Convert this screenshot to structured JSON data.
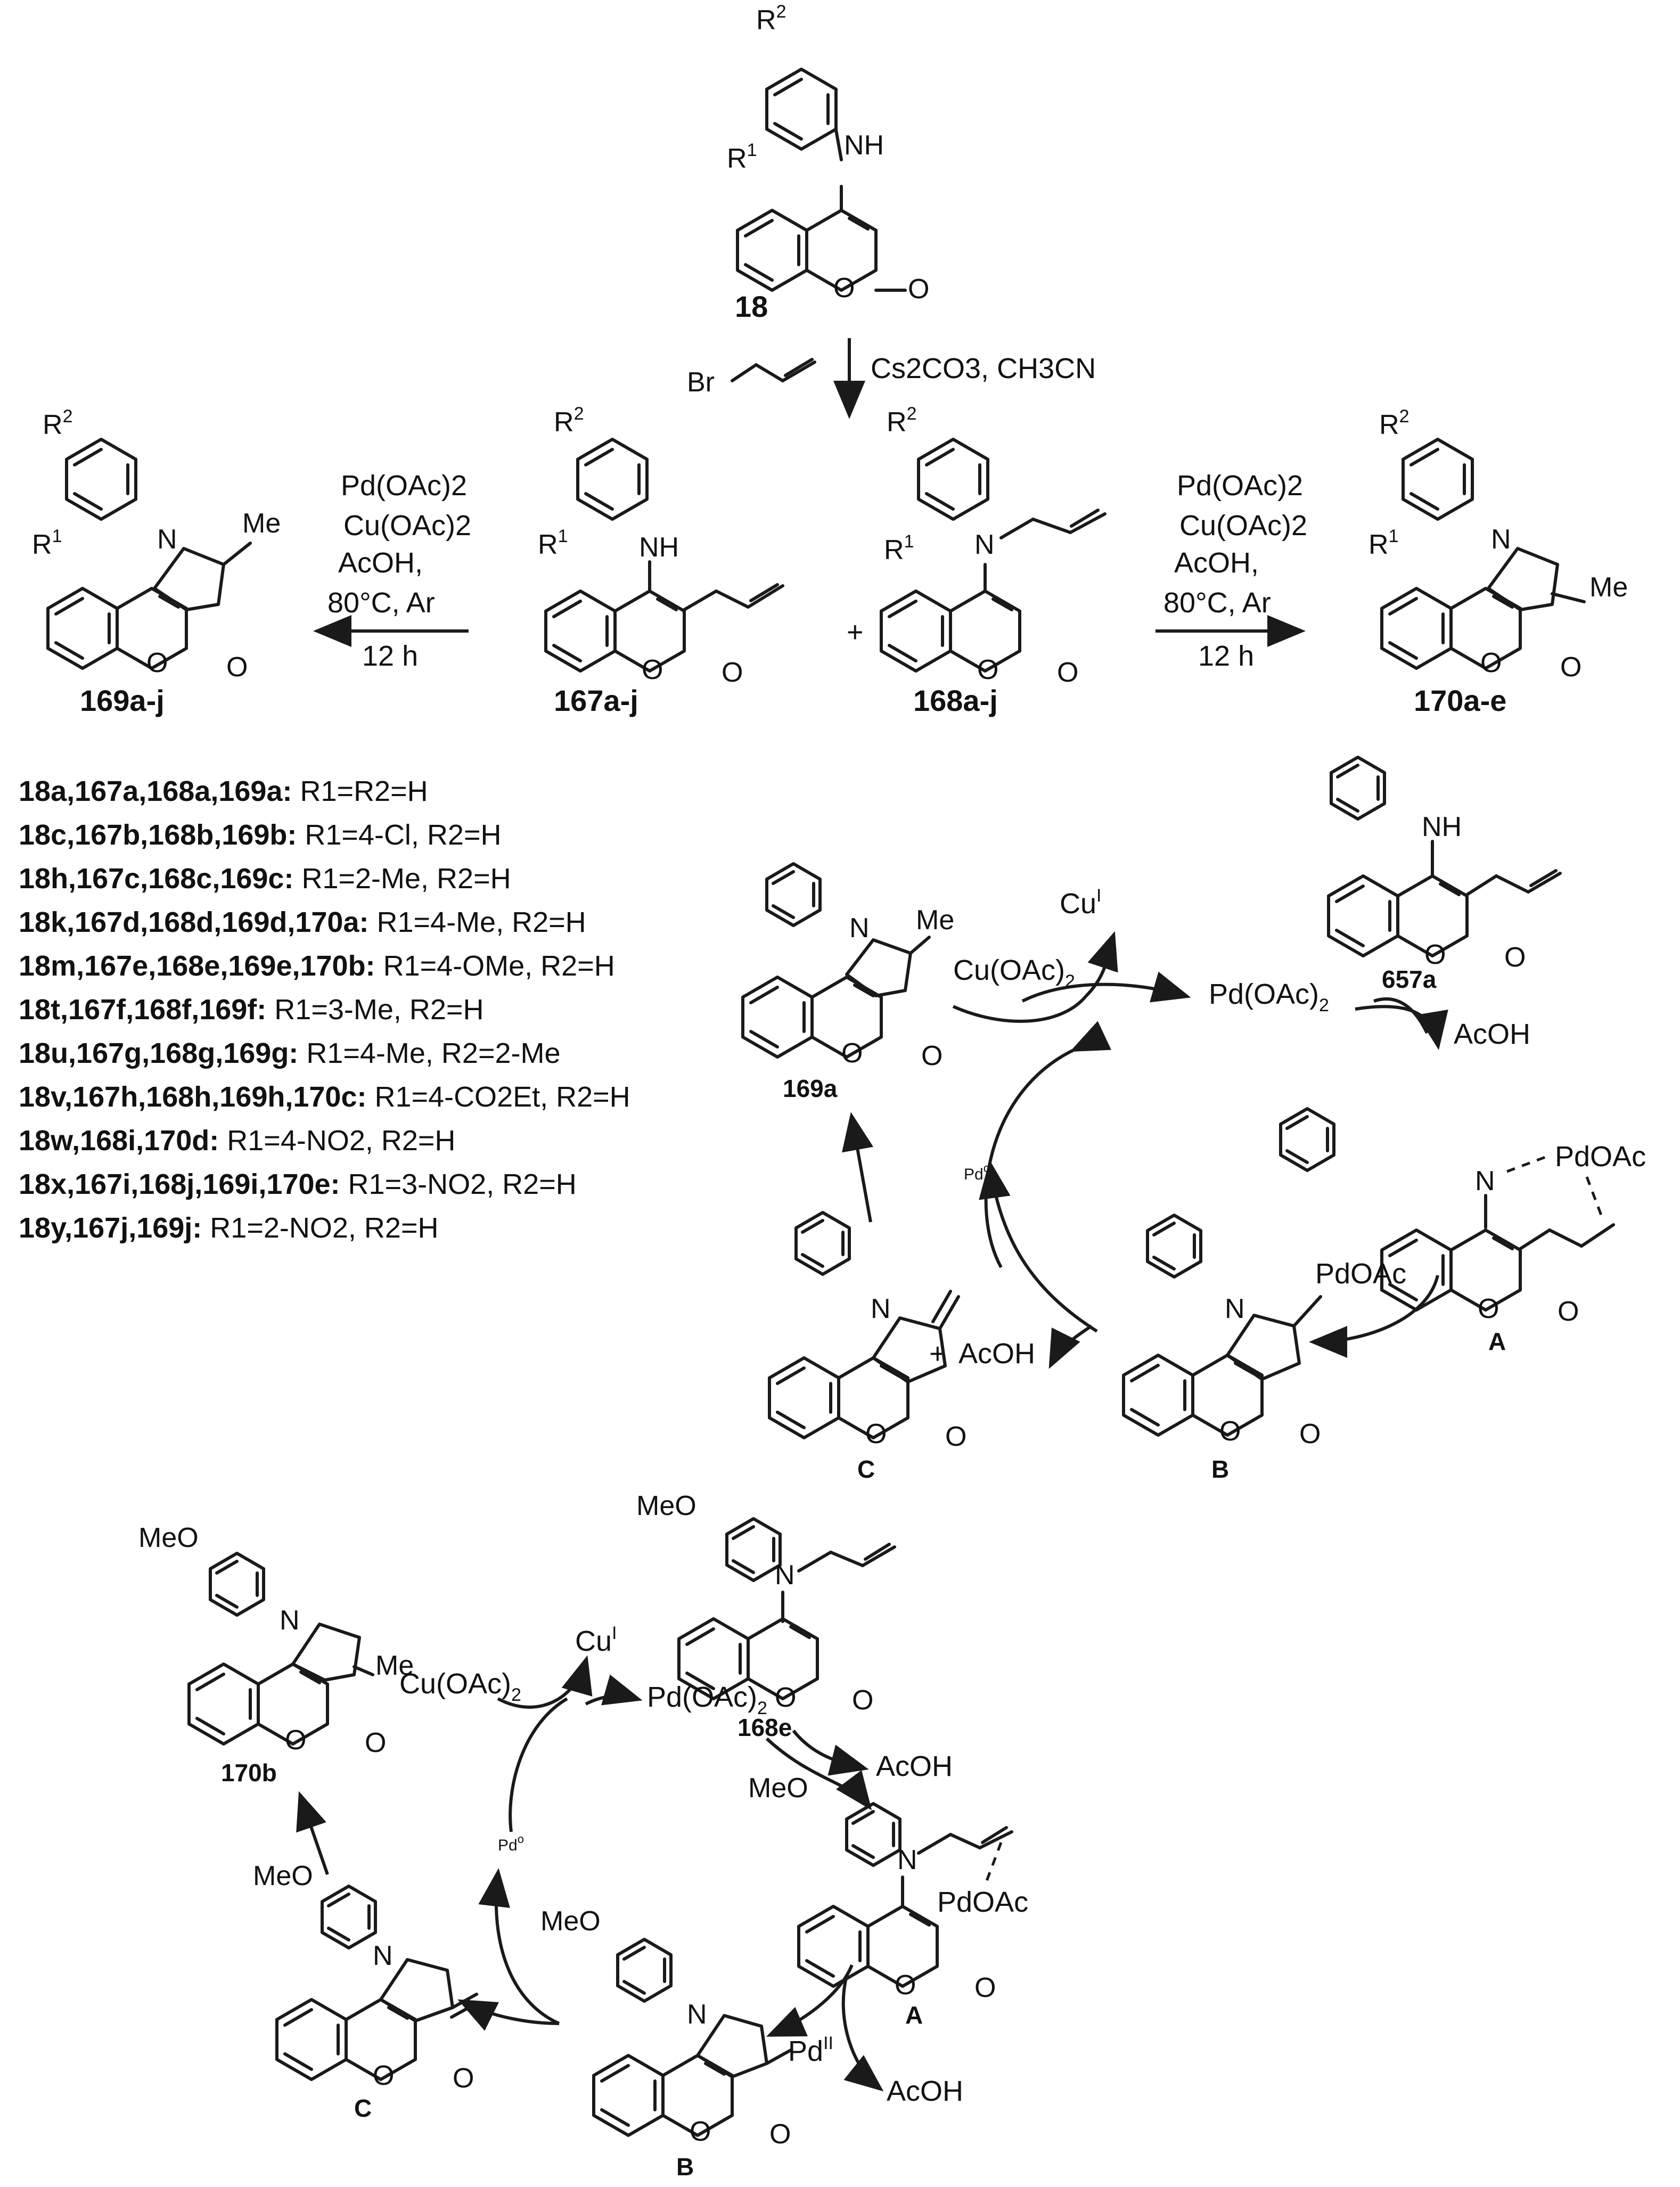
{
  "compounds": {
    "c18": "18",
    "c167": "167a-j",
    "c168": "168a-j",
    "c169": "169a-j",
    "c170": "170a-e",
    "c169a": "169a",
    "c657a": "657a",
    "c168e": "168e",
    "c170b": "170b"
  },
  "atoms": {
    "R": "R",
    "sup1": "1",
    "sup2": "2",
    "NH": "NH",
    "N": "N",
    "O": "O",
    "Me": "Me",
    "MeO": "MeO",
    "Br": "Br"
  },
  "conditions": {
    "allylation": "Cs2CO3, CH3CN",
    "pd": "Pd(OAc)2",
    "cu": "Cu(OAc)2",
    "acoh": "AcOH,",
    "temp": "80°C, Ar",
    "time": "12 h",
    "plus": "+"
  },
  "substituents": [
    {
      "ids": "18a,167a,168a,169a:",
      "desc": "R1=R2=H"
    },
    {
      "ids": "18c,167b,168b,169b:",
      "desc": "R1=4-Cl, R2=H"
    },
    {
      "ids": "18h,167c,168c,169c:",
      "desc": "R1=2-Me, R2=H"
    },
    {
      "ids": "18k,167d,168d,169d,170a:",
      "desc": "R1=4-Me, R2=H"
    },
    {
      "ids": "18m,167e,168e,169e,170b:",
      "desc": "R1=4-OMe, R2=H"
    },
    {
      "ids": "18t,167f,168f,169f:",
      "desc": "R1=3-Me, R2=H"
    },
    {
      "ids": "18u,167g,168g,169g:",
      "desc": "R1=4-Me, R2=2-Me"
    },
    {
      "ids": "18v,167h,168h,169h,170c:",
      "desc": "R1=4-CO2Et, R2=H"
    },
    {
      "ids": "18w,168i,170d:",
      "desc": "R1=4-NO2, R2=H"
    },
    {
      "ids": "18x,167i,168j,169i,170e:",
      "desc": "R1=3-NO2, R2=H"
    },
    {
      "ids": "18y,167j,169j:",
      "desc": "R1=2-NO2, R2=H"
    }
  ],
  "mechanism1": {
    "cuI": "CuI",
    "cuOAc": "Cu(OAc)2",
    "pdOAc": "Pd(OAc)2",
    "acoh": "AcOH",
    "pd0": "Pdo",
    "pdOAcSpecies": "PdOAc",
    "intA": "A",
    "intB": "B",
    "intC": "C"
  },
  "mechanism2": {
    "cuI": "CuI",
    "cuOAc": "Cu(OAc)2",
    "pdOAc": "Pd(OAc)2",
    "acoh": "AcOH",
    "pd0": "Pdo",
    "pdOAcSpecies": "PdOAc",
    "pdII": "PdII",
    "intA": "A",
    "intB": "B",
    "intC": "C"
  }
}
